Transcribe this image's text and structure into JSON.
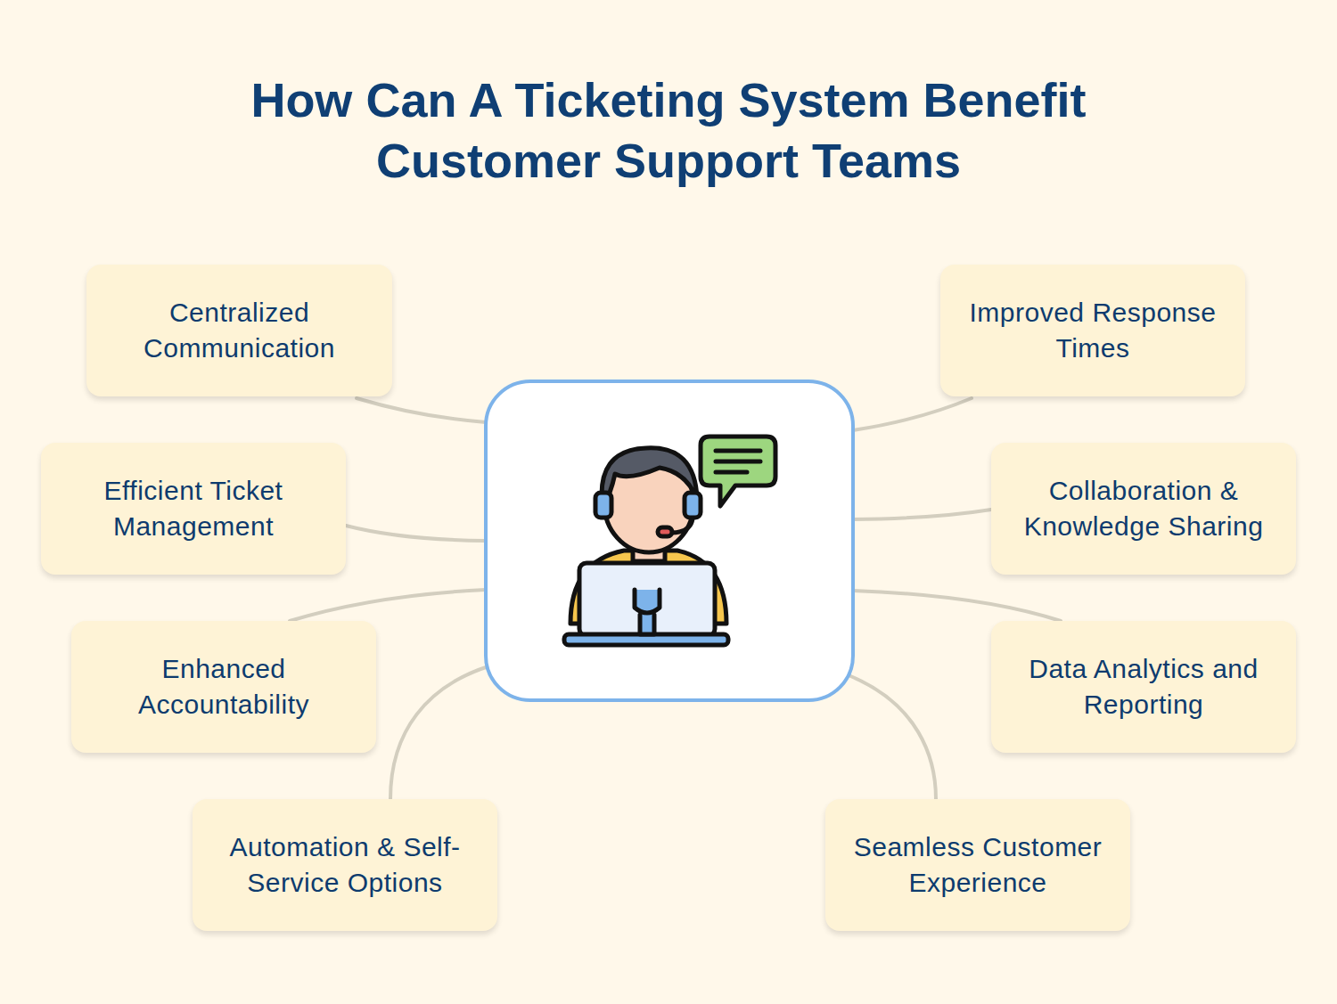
{
  "diagram": {
    "title": "How Can A Ticketing System Benefit Customer Support Teams",
    "nodes": [
      {
        "text": [
          "Centralized Communication"
        ]
      },
      {
        "text": [
          "Improved Response Times"
        ]
      },
      {
        "text": [
          "Efficient Ticket Management"
        ]
      },
      {
        "text": [
          "Collaboration & Knowledge Sharing"
        ]
      },
      {
        "text": [
          "Enhanced Accountability"
        ]
      },
      {
        "text": [
          "Data Analytics and Reporting"
        ]
      },
      {
        "text": [
          "Automation & Self-Service Options"
        ]
      },
      {
        "text": [
          "Seamless Customer Experience"
        ]
      }
    ]
  }
}
